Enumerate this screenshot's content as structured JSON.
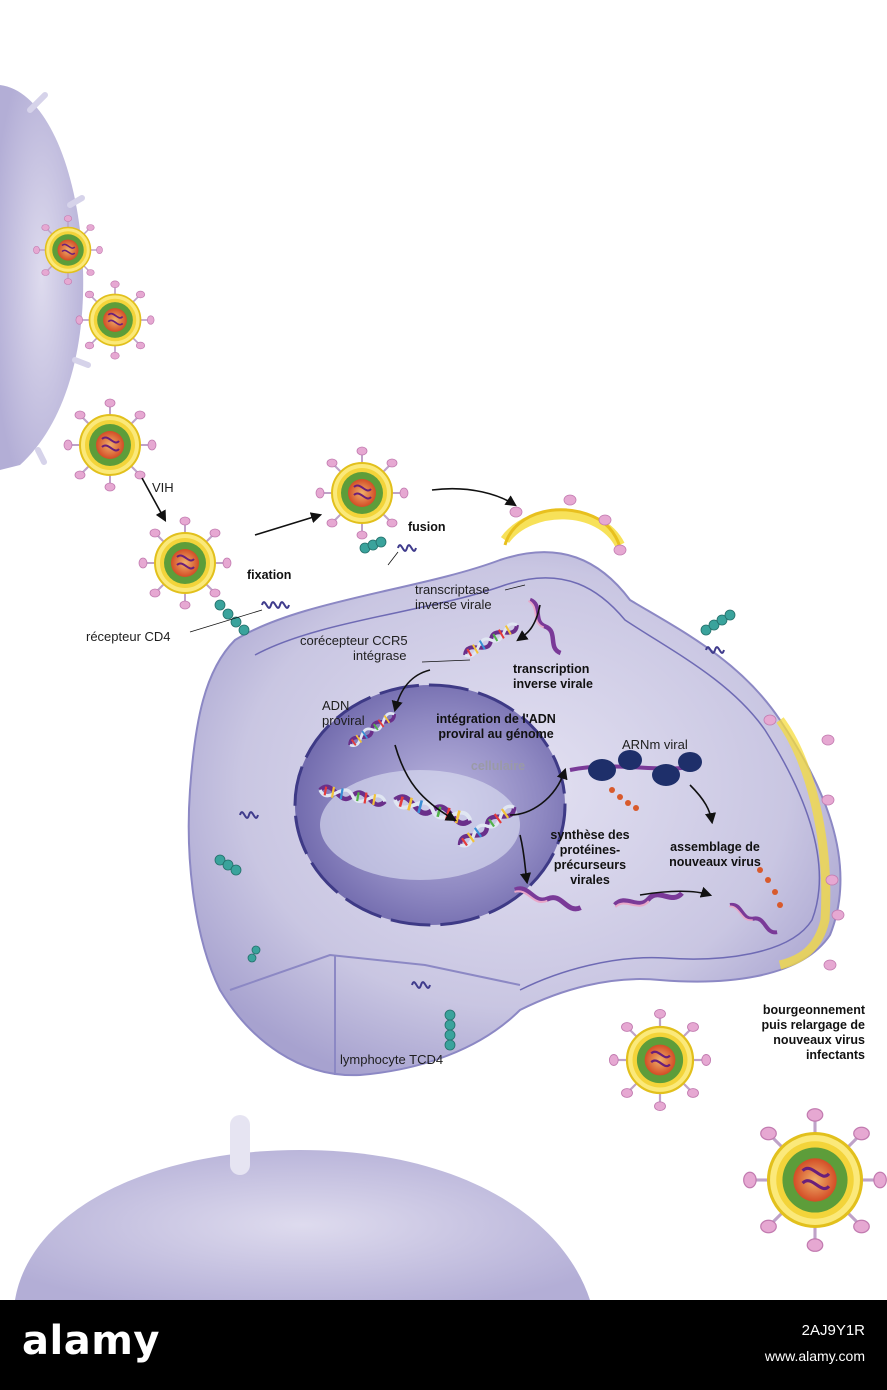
{
  "labels": {
    "vih": "VIH",
    "fixation": "fixation",
    "fusion": "fusion",
    "recepteur_cd4": "récepteur CD4",
    "corecepteur_ccr5": "corécepteur CCR5",
    "integrase": "intégrase",
    "transcriptase": "transcriptase inverse virale",
    "transcription": "transcription inverse virale",
    "adn_proviral": "ADN proviral",
    "integration": "intégration de l'ADN proviral au génome",
    "cellulaire": "cellulaire",
    "arnm_viral": "ARNm viral",
    "synthese": "synthèse des protéines-précurseurs virales",
    "assemblage": "assemblage de nouveaux virus",
    "bourgeonnement": "bourgeonnement puis relargage de nouveaux virus infectants",
    "lymphocyte": "lymphocyte TCD4"
  },
  "watermark": {
    "logo": "alamy",
    "image_id": "2AJ9Y1R",
    "url": "www.alamy.com"
  },
  "colors": {
    "cell_fill": "#c9c6e2",
    "nucleus_fill": "#8f89c2",
    "virus_outer": "#f6dc3c",
    "virus_middle": "#5d9d3a",
    "virus_core": "#d8542c",
    "spike": "#e6a8d2",
    "receptor": "#3aa39c",
    "membrane_line": "#5d5ca6"
  }
}
